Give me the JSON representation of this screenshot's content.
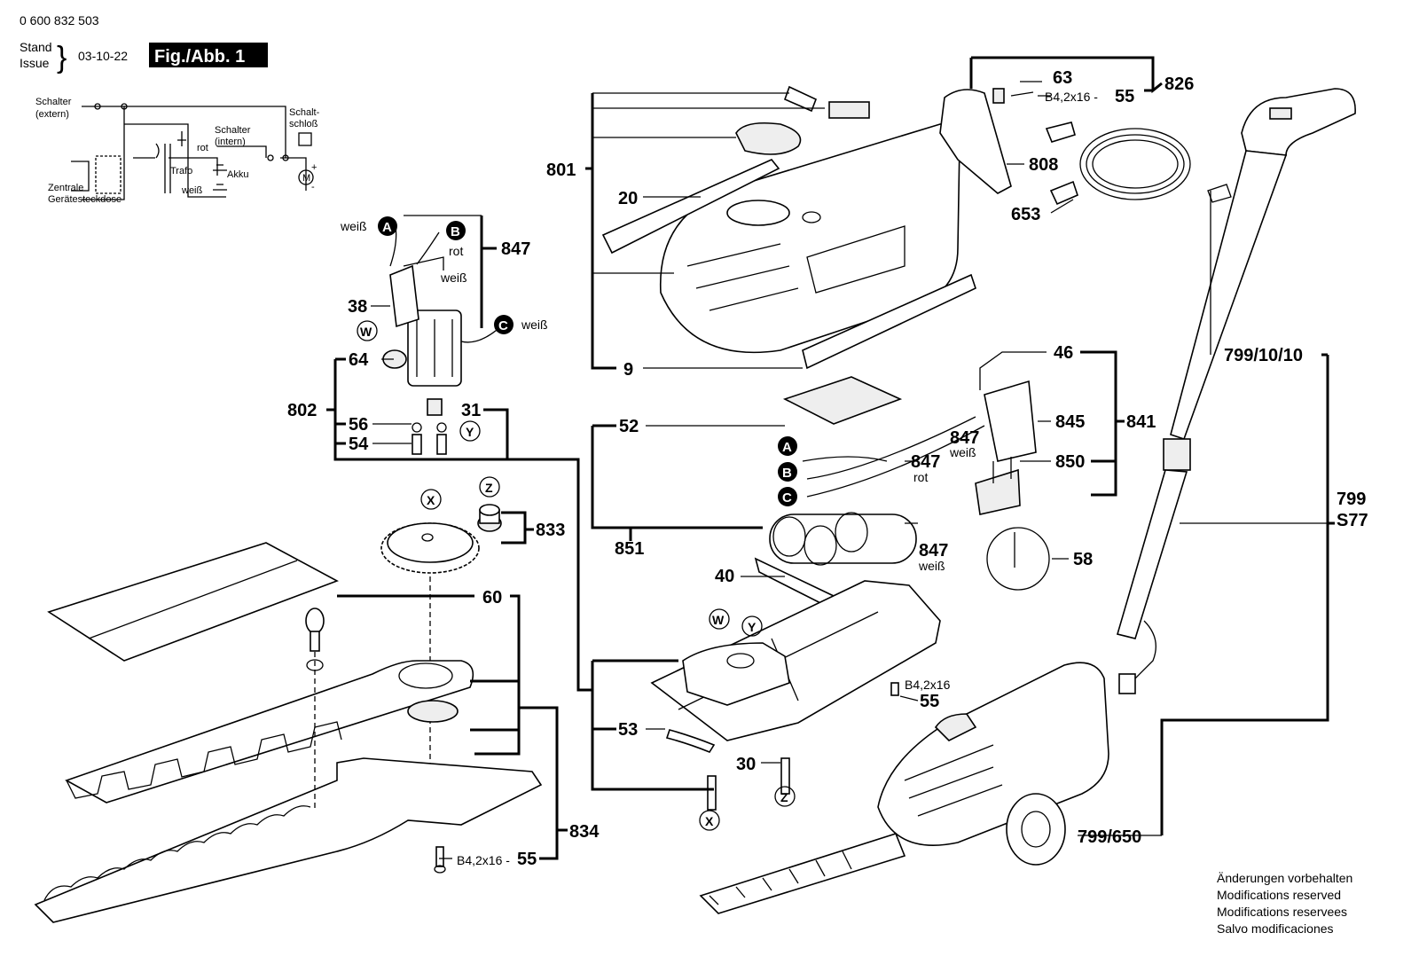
{
  "header": {
    "doc_number": "0 600 832 503",
    "stand": "Stand",
    "issue": "Issue",
    "date": "03-10-22",
    "figure": "Fig./Abb. 1"
  },
  "schematic": {
    "switch_external": "Schalter",
    "switch_external_note": "(extern)",
    "switch_internal": "Schalter",
    "switch_internal_note": "(intern)",
    "lock_top": "Schalt-",
    "lock_bottom": "schloß",
    "wire_red": "rot",
    "wire_white": "weiß",
    "transformer": "Trafo",
    "battery": "Akku",
    "socket_top": "Zentrale",
    "socket_bottom": "Gerätesteckdose",
    "motor": "M",
    "plus": "+",
    "minus": "-"
  },
  "parts": {
    "p801": "801",
    "p20": "20",
    "p9": "9",
    "p826": "826",
    "p63": "63",
    "p55a": "55",
    "p808": "808",
    "p653": "653",
    "p847a": "847",
    "p38": "38",
    "p64": "64",
    "p802": "802",
    "p31": "31",
    "p56": "56",
    "p54": "54",
    "p833": "833",
    "p60": "60",
    "p834": "834",
    "p55b": "55",
    "p46": "46",
    "p52": "52",
    "p847b": "847",
    "p845": "845",
    "p841": "841",
    "p847c": "847",
    "p850": "850",
    "p851": "851",
    "p847d": "847",
    "p58": "58",
    "p40": "40",
    "p53": "53",
    "p30": "30",
    "p55c": "55",
    "p799_10_10": "799/10/10",
    "p799": "799",
    "pS77": "S77",
    "p799_650": "799/650"
  },
  "screws": {
    "top": "B4,2x16 -",
    "bottom": "B4,2x16 -",
    "middle": "B4,2x16"
  },
  "wires": {
    "weiss_a": "weiß",
    "rot_b": "rot",
    "weiss_mid": "weiß",
    "weiss_c": "weiß",
    "weiss_847b": "weiß",
    "rot_847c": "rot",
    "weiss_847d": "weiß"
  },
  "markers": {
    "A": "A",
    "B": "B",
    "C": "C",
    "W": "W",
    "Y": "Y",
    "X": "X",
    "Z": "Z"
  },
  "notes": {
    "line1": "Änderungen vorbehalten",
    "line2": "Modifications reserved",
    "line3": "Modifications reservees",
    "line4": "Salvo modificaciones"
  }
}
